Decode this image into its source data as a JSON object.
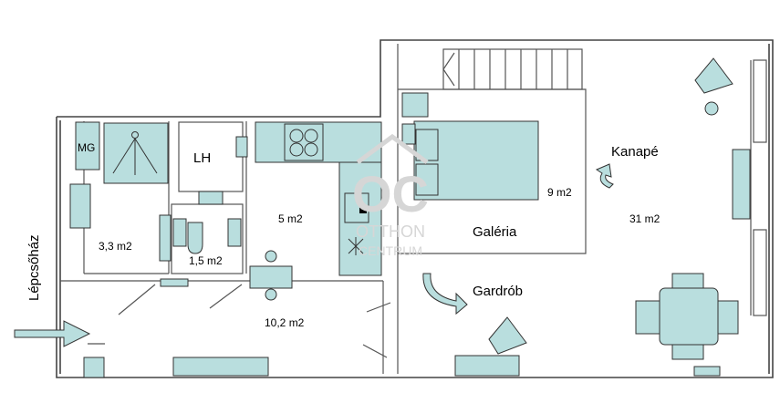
{
  "rooms": {
    "bathroom_area": "3,3 m2",
    "wc_area": "1,5 m2",
    "kitchen_area": "5 m2",
    "hall_area": "10,2 m2",
    "gallery_area": "9 m2",
    "living_area": "31 m2"
  },
  "labels": {
    "mg": "MG",
    "lh": "LH",
    "galeria": "Galéria",
    "kanape": "Kanapé",
    "gardrob": "Gardrób",
    "lepcsohaz": "Lépcsőház"
  },
  "watermark": {
    "logo": "OC",
    "line1": "OTTHON",
    "line2": "CENTRUM"
  },
  "colors": {
    "furniture": "#b9dede",
    "walls": "#444444"
  }
}
